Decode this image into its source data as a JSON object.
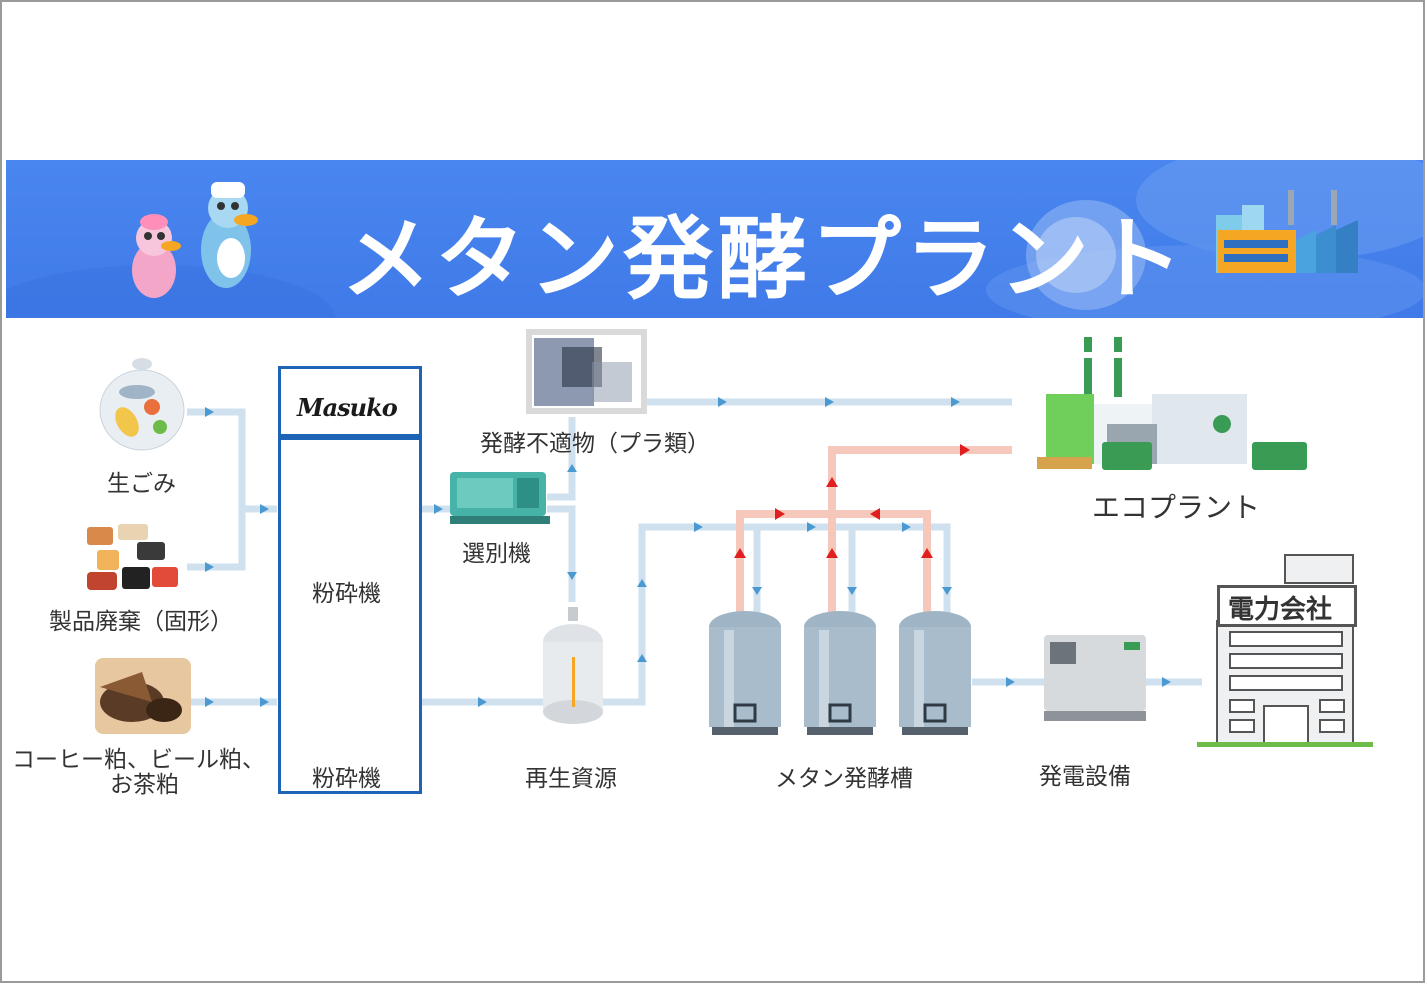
{
  "banner": {
    "title": "メタン発酵プラント"
  },
  "logo": {
    "text": "Masuko"
  },
  "nodes": {
    "raw_garbage": "生ごみ",
    "product_waste": "製品廃棄（固形）",
    "coffee_line1": "コーヒー粕、ビール粕、",
    "coffee_line2": "お茶粕",
    "mill_1": "粉砕機",
    "mill_2": "粉砕機",
    "sorter": "選別機",
    "unsuitable": "発酵不適物（プラ類）",
    "eco_plant": "エコプラント",
    "recycled": "再生資源",
    "methane_tank": "メタン発酵槽",
    "generator": "発電設備",
    "power_company": "電力会社"
  },
  "colors": {
    "banner": "#4a86ef",
    "pipe": "#cfe0ee",
    "arrow": "#4a9ad1",
    "gas_pipe": "#f6b6a6",
    "gas_arrow": "#e02020",
    "box_border": "#1d63b6"
  }
}
